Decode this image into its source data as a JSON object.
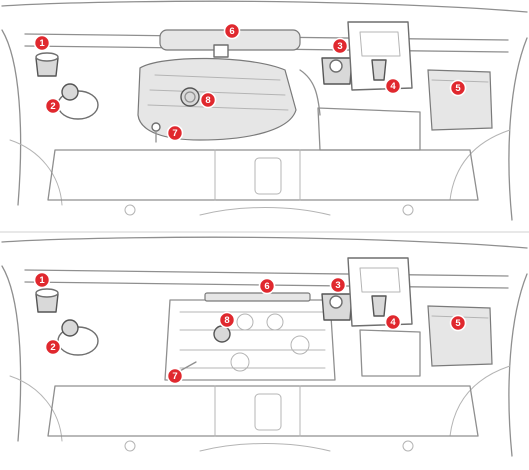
{
  "colors": {
    "callout": "#e0282e",
    "line": "#8f8f8f",
    "part_fill": "#e6e6e6"
  },
  "panels": [
    {
      "variant": "engine-cover",
      "callouts": [
        {
          "number": "1",
          "label": "1"
        },
        {
          "number": "2",
          "label": "2"
        },
        {
          "number": "3",
          "label": "3"
        },
        {
          "number": "4",
          "label": "4"
        },
        {
          "number": "5",
          "label": "5"
        },
        {
          "number": "6",
          "label": "6"
        },
        {
          "number": "7",
          "label": "7"
        },
        {
          "number": "8",
          "label": "8"
        }
      ]
    },
    {
      "variant": "open-engine",
      "callouts": [
        {
          "number": "1",
          "label": "1"
        },
        {
          "number": "2",
          "label": "2"
        },
        {
          "number": "3",
          "label": "3"
        },
        {
          "number": "4",
          "label": "4"
        },
        {
          "number": "5",
          "label": "5"
        },
        {
          "number": "6",
          "label": "6"
        },
        {
          "number": "7",
          "label": "7"
        },
        {
          "number": "8",
          "label": "8"
        }
      ]
    }
  ]
}
